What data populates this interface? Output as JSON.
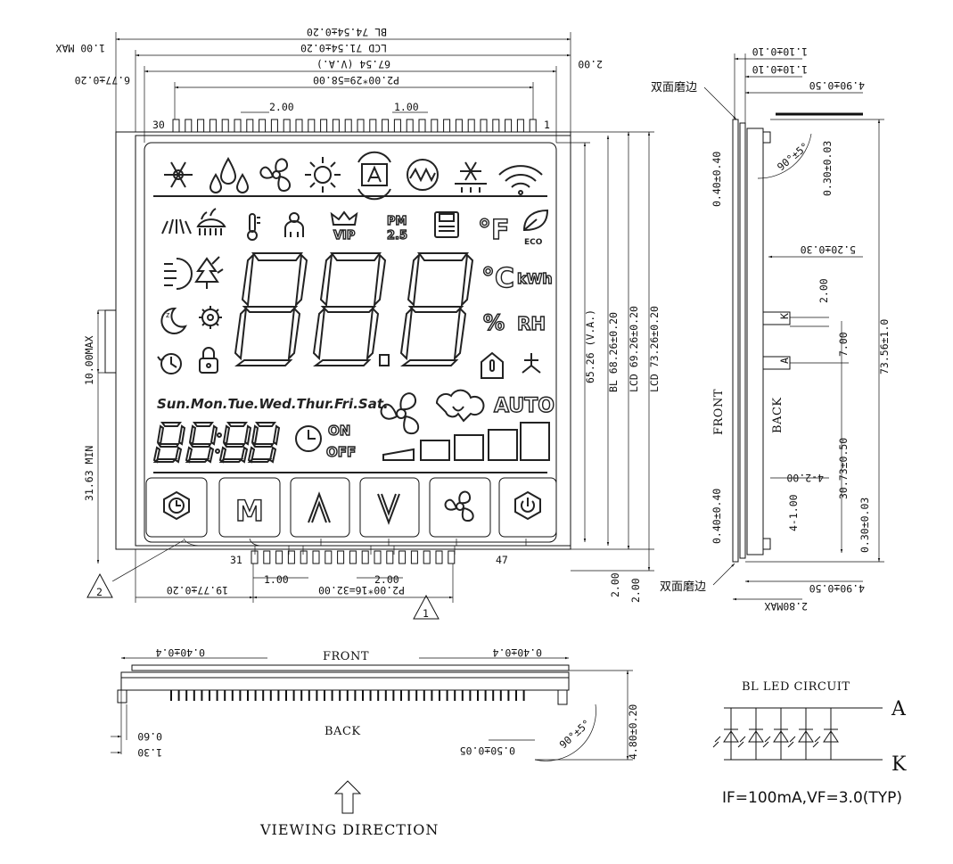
{
  "front_view": {
    "dims_top": {
      "bl": "BL 74.54±0.20",
      "lcd": "LCD 71.54±0.20",
      "va": "67.54 (V.A.)",
      "pitch": "P2.00*29=58.00",
      "max": "1.00 MAX",
      "left_offset": "6.77±0.20",
      "two_right": "2.00",
      "pad_two": "2.00",
      "pad_one": "1.00"
    },
    "pin_first": "30",
    "pin_last": "1",
    "pin_bot_first": "31",
    "pin_bot_last": "47",
    "dims_right": {
      "va": "65.26 (V.A.)",
      "bl": "BL 68.26±0.20",
      "lcd1": "LCD 69.26±0.20",
      "lcd2": "LCD 73.26±0.20",
      "b1": "2.00",
      "b2": "2.00"
    },
    "dims_left": {
      "max": "10.00MAX",
      "min": "31.63 MIN"
    },
    "dims_bottom": {
      "one": "1.00",
      "two": "2.00",
      "left_offset": "19.77±0.20",
      "pitch": "P2.00*16=32.00"
    },
    "marker_1": "1",
    "marker_2": "2",
    "lcd": {
      "pm_line1": "PM",
      "pm_line2": "2.5",
      "vip": "VIP",
      "eco": "ECO",
      "deg_f": "°F",
      "deg_c": "°C",
      "kwh": "kWh",
      "percent": "%",
      "rh": "RH",
      "weekdays": "Sun.Mon.Tue.Wed.Thur.Fri.Sat.",
      "auto": "AUTO",
      "on": "ON",
      "off": "OFF",
      "btn_m": "M"
    }
  },
  "side_view": {
    "note_top": "双面磨边",
    "note_bottom": "双面磨边",
    "d_110a": "1.10±0.10",
    "d_110b": "1.10±0.10",
    "d_490top": "4.90±0.50",
    "d_490bot": "4.90±0.50",
    "angle": "90°±5°",
    "d_030top": "0.30±0.03",
    "d_030bot": "0.30±0.03",
    "d_040top": "0.40±0.40",
    "d_040bot": "0.40±0.40",
    "d_520": "5.20±0.30",
    "d_200": "2.00",
    "d_700": "7.00",
    "d_3073": "30.73±0.50",
    "d_4200": "4-2.00",
    "d_4100": "4-1.00",
    "d_7356": "73.56±1.0",
    "d_280": "2.80MAX",
    "front": "FRONT",
    "back": "BACK",
    "k": "K",
    "a": "A"
  },
  "bottom_view": {
    "front": "FRONT",
    "back": "BACK",
    "d_left": "0.40±0.4",
    "d_right": "0.40±0.4",
    "d_060": "0.60",
    "d_130": "1.30",
    "d_050": "0.50±0.05",
    "angle": "90°±5°",
    "d_480": "4.80±0.20"
  },
  "circuit": {
    "title": "BL LED CIRCUIT",
    "a": "A",
    "k": "K",
    "spec": "IF=100mA,VF=3.0(TYP)"
  },
  "viewing": "VIEWING DIRECTION"
}
